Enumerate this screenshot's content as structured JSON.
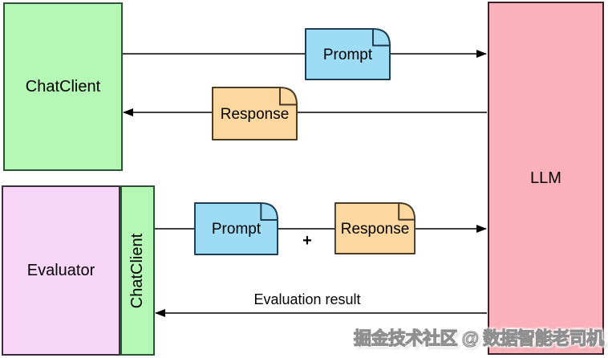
{
  "nodes": {
    "chat_client": "ChatClient",
    "llm": "LLM",
    "evaluator": "Evaluator",
    "evaluator_chat_client": "ChatClient"
  },
  "docs": {
    "prompt_top": "Prompt",
    "response_top": "Response",
    "prompt_bottom": "Prompt",
    "response_bottom": "Response"
  },
  "labels": {
    "plus": "+",
    "evaluation_result": "Evaluation result"
  },
  "watermark": "掘金技术社区 @ 数据智能老司机",
  "colors": {
    "node_green": "#b5f7b5",
    "node_pink": "#fab1b9",
    "node_violet": "#f8d6f8",
    "doc_blue": "#9edcf6",
    "doc_orange": "#fcd8a0",
    "arrow": "#000000"
  }
}
